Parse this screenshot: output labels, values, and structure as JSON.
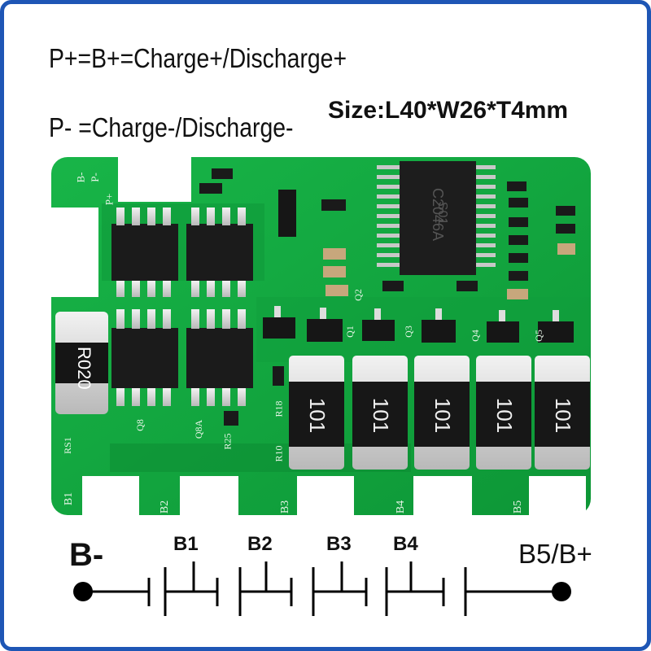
{
  "header": {
    "line1": "P+=B+=Charge+/Discharge+",
    "line2": "P- =Charge-/Discharge-",
    "size": "Size:L40*W26*T4mm"
  },
  "board": {
    "resistor_codes": [
      "101",
      "101",
      "101",
      "101",
      "101"
    ],
    "shunt_code": "R020",
    "pad_labels": [
      "B1",
      "B2",
      "B3",
      "B4",
      "B5"
    ],
    "terminal_labels": [
      "B-",
      "P-",
      "P+"
    ],
    "ic_code": "C2046A",
    "ic_code2": "S01",
    "silkscreen": [
      "Q8",
      "Q8A",
      "R25",
      "RS1",
      "R10",
      "R18",
      "Q1",
      "Q2",
      "Q3",
      "Q4",
      "Q5"
    ],
    "colors": {
      "pcb": "#12a63e",
      "pcb_dark": "#0a7d2a",
      "pad": "#d4d4d4",
      "chip": "#1a1a1a"
    }
  },
  "diagram": {
    "left": "B-",
    "cells": [
      "B1",
      "B2",
      "B3",
      "B4"
    ],
    "right": "B5/B+"
  },
  "colors": {
    "frame": "#1e56b5"
  }
}
